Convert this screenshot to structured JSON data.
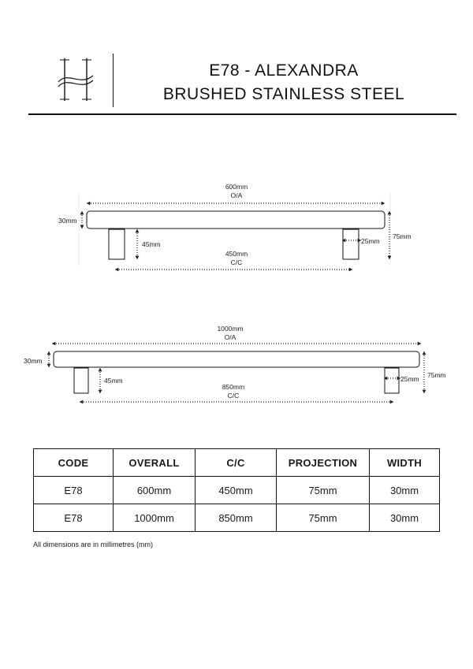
{
  "header": {
    "logo_icon": "h-monogram-icon",
    "title_line1": "E78 - ALEXANDRA",
    "title_line2": "BRUSHED STAINLESS STEEL"
  },
  "drawings": [
    {
      "overall": "600mm",
      "overall_label": "O/A",
      "bar_diameter": "30mm",
      "leg_height": "45mm",
      "leg_diameter": "25mm",
      "projection": "75mm",
      "centres": "450mm",
      "centres_label": "C/C"
    },
    {
      "overall": "1000mm",
      "overall_label": "O/A",
      "bar_diameter": "30mm",
      "leg_height": "45mm",
      "leg_diameter": "25mm",
      "projection": "75mm",
      "centres": "850mm",
      "centres_label": "C/C"
    }
  ],
  "table": {
    "headers": [
      "CODE",
      "OVERALL",
      "C/C",
      "PROJECTION",
      "WIDTH"
    ],
    "rows": [
      [
        "E78",
        "600mm",
        "450mm",
        "75mm",
        "30mm"
      ],
      [
        "E78",
        "1000mm",
        "850mm",
        "75mm",
        "30mm"
      ]
    ]
  },
  "footnote": "All dimensions are in millimetres (mm)",
  "colors": {
    "line": "#111111",
    "dots": "#222222"
  }
}
